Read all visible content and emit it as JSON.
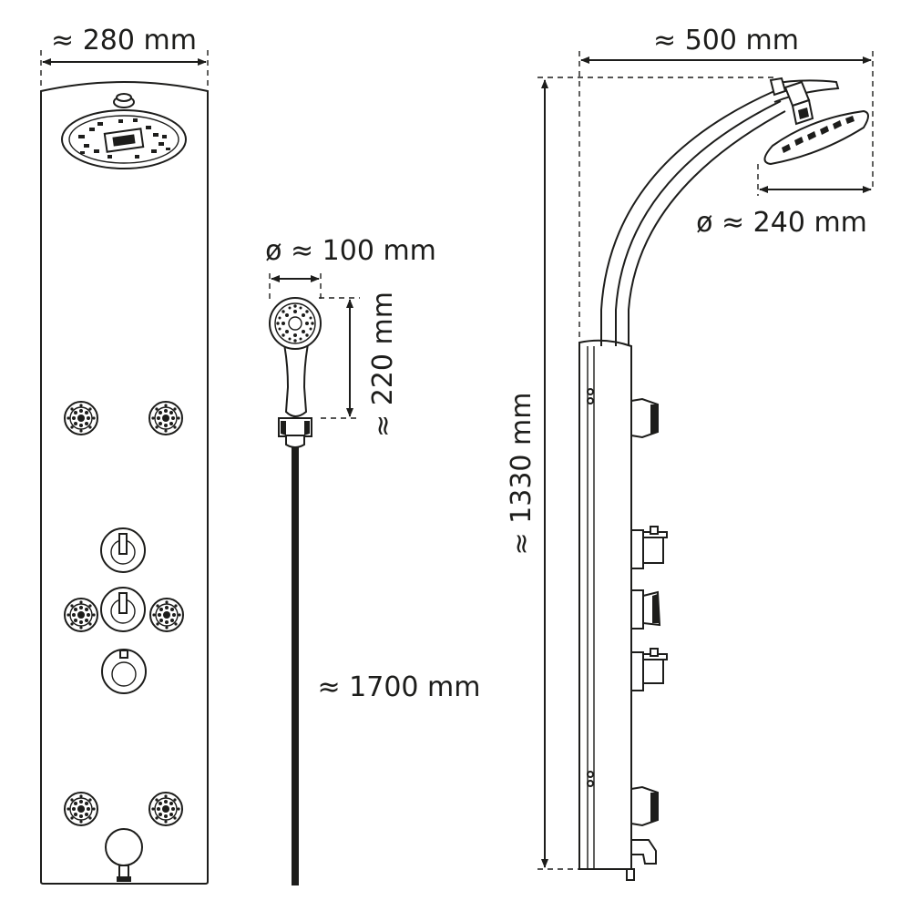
{
  "dimensions": {
    "panel_width": "≈ 280 mm",
    "hand_shower_diameter": "ø ≈ 100 mm",
    "hand_shower_length": "≈ 220 mm",
    "hose_length": "≈ 1700 mm",
    "overhead_reach": "≈ 500 mm",
    "overhead_diameter": "ø ≈ 240 mm",
    "panel_height": "≈ 1330 mm"
  }
}
